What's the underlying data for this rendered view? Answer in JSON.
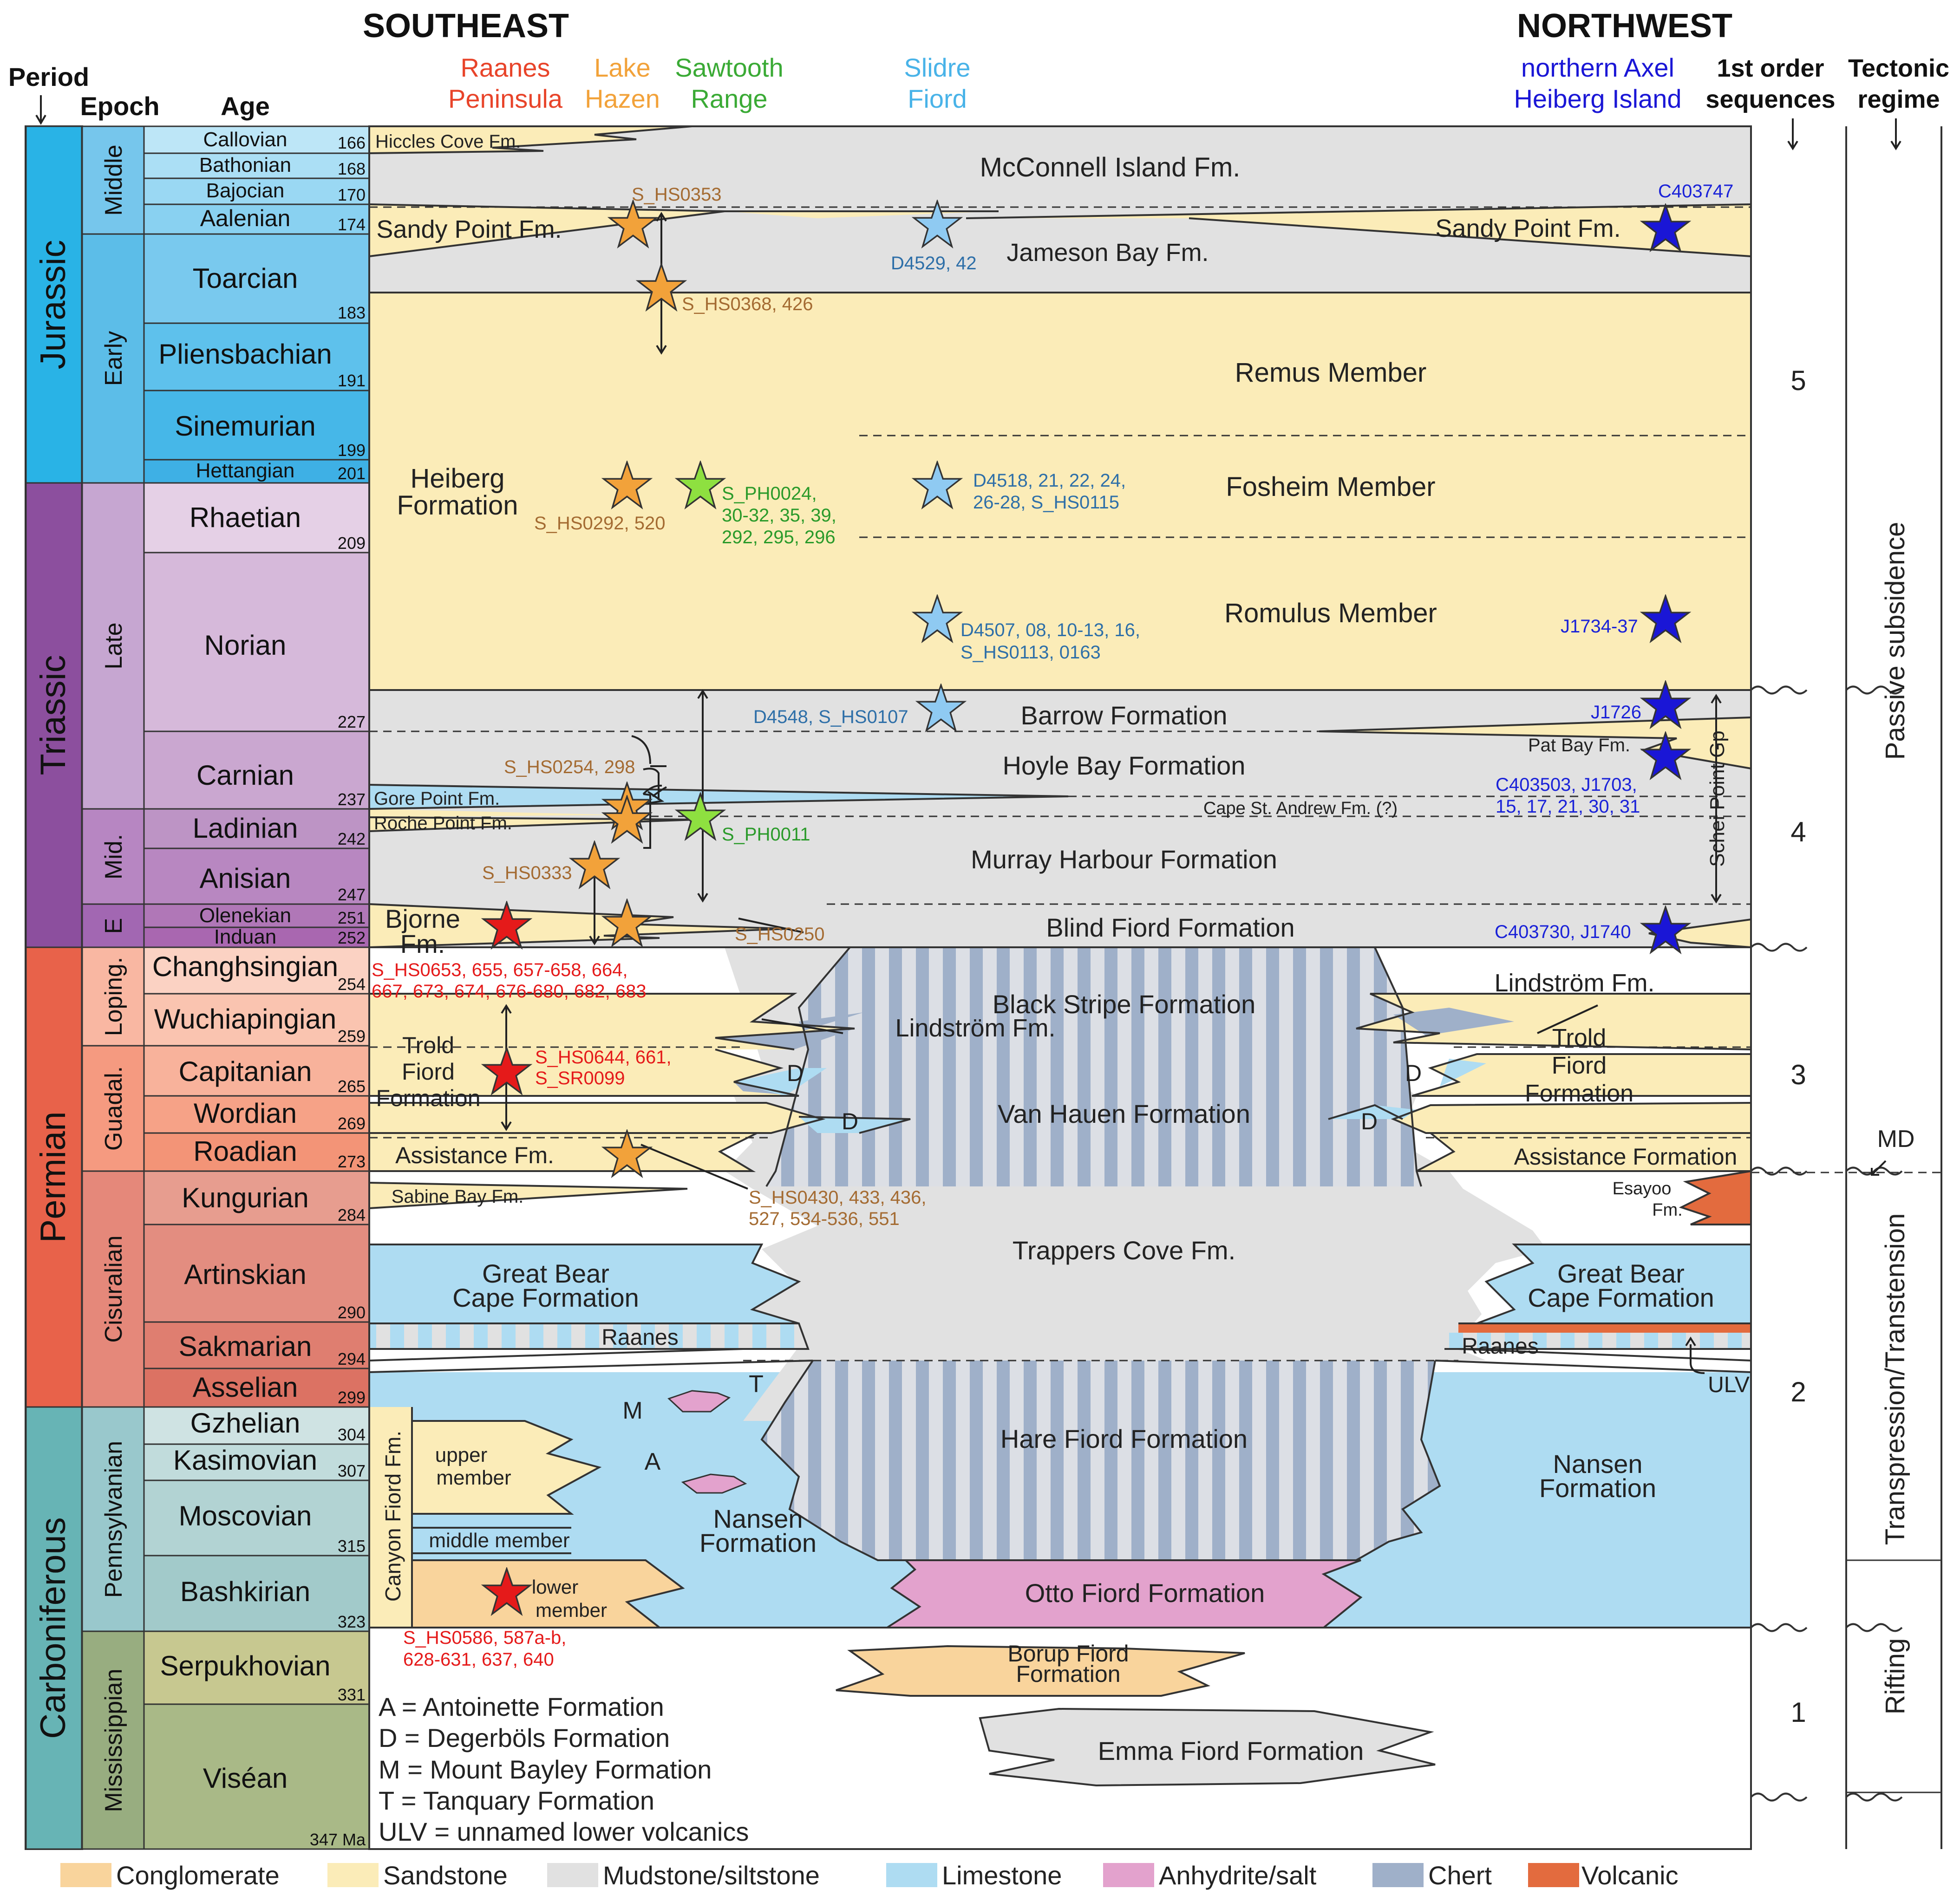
{
  "headers": {
    "southeast": "SOUTHEAST",
    "northwest": "NORTHWEST",
    "period": "Period",
    "epoch": "Epoch",
    "age": "Age",
    "loc_raanes_1": "Raanes",
    "loc_raanes_2": "Peninsula",
    "loc_lake_1": "Lake",
    "loc_lake_2": "Hazen",
    "loc_sawtooth_1": "Sawtooth",
    "loc_sawtooth_2": "Range",
    "loc_slidre_1": "Slidre",
    "loc_slidre_2": "Fiord",
    "loc_axel_1": "northern Axel",
    "loc_axel_2": "Heiberg Island",
    "seq_1": "1st order",
    "seq_2": "sequences",
    "tect_1": "Tectonic",
    "tect_2": "regime"
  },
  "periods": [
    "Jurassic",
    "Triassic",
    "Permian",
    "Carboniferous"
  ],
  "epochs": [
    "Middle",
    "Early",
    "Late",
    "Mid.",
    "E",
    "Loping.",
    "Guadal.",
    "Cisuralian",
    "Pennsylvanian",
    "Mississippian"
  ],
  "ages": [
    "Callovian",
    "Bathonian",
    "Bajocian",
    "Aalenian",
    "Toarcian",
    "Pliensbachian",
    "Sinemurian",
    "Hettangian",
    "Rhaetian",
    "Norian",
    "Carnian",
    "Ladinian",
    "Anisian",
    "Olenekian",
    "Induan",
    "Changhsingian",
    "Wuchiapingian",
    "Capitanian",
    "Wordian",
    "Roadian",
    "Kungurian",
    "Artinskian",
    "Sakmarian",
    "Asselian",
    "Gzhelian",
    "Kasimovian",
    "Moscovian",
    "Bashkirian",
    "Serpukhovian",
    "Viséan"
  ],
  "age_numbers": [
    "166",
    "168",
    "170",
    "174",
    "183",
    "191",
    "199",
    "201",
    "209",
    "227",
    "237",
    "242",
    "247",
    "251",
    "252",
    "254",
    "259",
    "265",
    "269",
    "273",
    "284",
    "290",
    "294",
    "299",
    "304",
    "307",
    "315",
    "323",
    "331",
    "347 Ma"
  ],
  "formations": {
    "hiccles": "Hiccles Cove Fm.",
    "mcconnell": "McConnell Island Fm.",
    "sandy_se": "Sandy Point Fm.",
    "sandy_nw": "Sandy Point Fm.",
    "jameson": "Jameson Bay Fm.",
    "remus": "Remus Member",
    "heiberg_1": "Heiberg",
    "heiberg_2": "Formation",
    "fosheim": "Fosheim Member",
    "romulus": "Romulus Member",
    "barrow": "Barrow Formation",
    "hoyle": "Hoyle Bay Formation",
    "pat_bay": "Pat Bay Fm.",
    "gore": "Gore Point Fm.",
    "cape_st_andrew": "Cape St. Andrew Fm. (?)",
    "roche": "Roche Point Fm.",
    "murray": "Murray Harbour Formation",
    "schei": "Schei Point Gp",
    "bjorne_1": "Bjorne",
    "bjorne_2": "Fm.",
    "blind": "Blind Fiord Formation",
    "black_stripe": "Black Stripe Formation",
    "lindstrom_c": "Lindström Fm.",
    "lindstrom_nw": "Lindström Fm.",
    "trold_se_1": "Trold",
    "trold_se_2": "Fiord",
    "trold_se_3": "Formation",
    "trold_nw_1": "Trold",
    "trold_nw_2": "Fiord",
    "trold_nw_3": "Formation",
    "van_hauen": "Van Hauen Formation",
    "assistance_se": "Assistance Fm.",
    "assistance_nw": "Assistance Formation",
    "sabine": "Sabine Bay Fm.",
    "esayoo_1": "Esayoo",
    "esayoo_2": "Fm.",
    "trappers": "Trappers Cove Fm.",
    "great_bear_se_1": "Great Bear",
    "great_bear_se_2": "Cape Formation",
    "great_bear_nw_1": "Great Bear",
    "great_bear_nw_2": "Cape Formation",
    "raanes_se": "Raanes",
    "raanes_nw": "Raanes",
    "ulv": "ULV",
    "hare": "Hare Fiord Formation",
    "nansen_c_1": "Nansen",
    "nansen_c_2": "Formation",
    "nansen_nw_1": "Nansen",
    "nansen_nw_2": "Formation",
    "canyon": "Canyon Fiord Fm.",
    "upper_1": "upper",
    "upper_2": "member",
    "middle_member": "middle member",
    "lower_1": "lower",
    "lower_2": "member",
    "otto": "Otto Fiord Formation",
    "borup_1": "Borup Fiord",
    "borup_2": "Formation",
    "emma": "Emma Fiord Formation",
    "d_letter": "D",
    "m_letter": "M",
    "a_letter": "A",
    "t_letter": "T",
    "md": "MD"
  },
  "samples": {
    "s_hs0353": "S_HS0353",
    "c403747": "C403747",
    "d4529": "D4529, 42",
    "s_hs0368": "S_HS0368, 426",
    "d4518_1": "D4518, 21, 22, 24,",
    "d4518_2": "26-28, S_HS0115",
    "s_ph0024_1": "S_PH0024,",
    "s_ph0024_2": "30-32, 35, 39,",
    "s_ph0024_3": "292, 295, 296",
    "s_hs0292": "S_HS0292, 520",
    "d4507_1": "D4507, 08, 10-13, 16,",
    "d4507_2": "S_HS0113, 0163",
    "j1734": "J1734-37",
    "d4548": "D4548, S_HS0107",
    "j1726": "J1726",
    "s_hs0254": "S_HS0254, 298",
    "c403503_1": "C403503, J1703,",
    "c403503_2": "15, 17, 21, 30, 31",
    "s_ph0011": "S_PH0011",
    "s_hs0333": "S_HS0333",
    "s_hs0250": "S_HS0250",
    "c403730": "C403730, J1740",
    "s_hs0653_1": "S_HS0653, 655, 657-658, 664,",
    "s_hs0653_2": "667, 673, 674, 676-680, 682, 683",
    "s_hs0644_1": "S_HS0644, 661,",
    "s_hs0644_2": "S_SR0099",
    "s_hs0430_1": "S_HS0430, 433, 436,",
    "s_hs0430_2": "527, 534-536, 551",
    "s_hs0586_1": "S_HS0586, 587a-b,",
    "s_hs0586_2": "628-631, 637, 640"
  },
  "sequences": [
    "5",
    "4",
    "3",
    "2",
    "1"
  ],
  "tectonic": [
    "Passive subsidence",
    "Transpression/Transtension",
    "Rifting"
  ],
  "abbreviations": [
    "A = Antoinette Formation",
    "D = Degerböls Formation",
    "M = Mount Bayley Formation",
    "T = Tanquary Formation",
    "ULV = unnamed lower volcanics"
  ],
  "legend": [
    {
      "label": "Conglomerate",
      "color": "#f9d49c"
    },
    {
      "label": "Sandstone",
      "color": "#fbecb8"
    },
    {
      "label": "Mudstone/siltstone",
      "color": "#e1e1e1"
    },
    {
      "label": "Limestone",
      "color": "#aedcf2"
    },
    {
      "label": "Anhydrite/salt",
      "color": "#e3a2cd"
    },
    {
      "label": "Chert",
      "color": "#9fb0c9"
    },
    {
      "label": "Volcanic",
      "color": "#e36b3e"
    }
  ],
  "colors": {
    "sandstone": "#fbecb8",
    "mudstone": "#e1e1e1",
    "limestone": "#aedcf2",
    "conglomerate": "#f9d49c",
    "anhydrite": "#e3a2cd",
    "chert": "#9fb0c9",
    "volcanic": "#e36b3e",
    "jurassic": "#29b3e6",
    "triassic": "#8c4f9e",
    "permian": "#e8624a",
    "carboniferous": "#67b4b5",
    "southeast_red": "#e8442a",
    "lake_orange": "#f2a23a",
    "sawtooth_green": "#3aaa35",
    "slidre_blue": "#49b3e8",
    "axel_blue": "#1a16d6",
    "sample_brown": "#a46b32",
    "sample_red": "#e51a1a",
    "sample_steel": "#2e6fa8",
    "sample_green": "#2a9a2a",
    "sample_blue": "#1a22d8"
  }
}
